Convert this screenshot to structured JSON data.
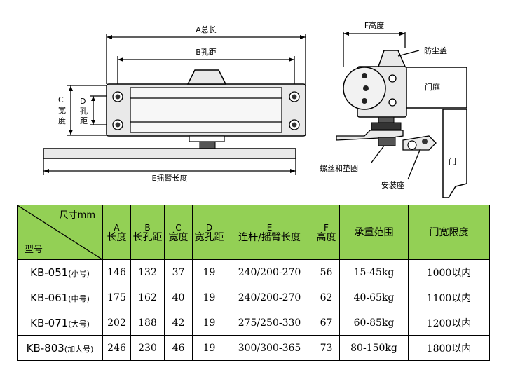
{
  "labels": {
    "a_total": "A总长",
    "b_hole": "B孔距",
    "c_width": "C宽度",
    "d_hole": "D孔距",
    "e_arm": "E摇臂长度",
    "f_height": "F高度",
    "dust_cover": "防尘盖",
    "door_frame": "门庭",
    "door": "门",
    "screw_pad": "螺丝和垫圈",
    "mount_base": "安装座"
  },
  "table": {
    "corner_top": "尺寸mm",
    "corner_bottom": "型号",
    "headers": [
      {
        "letter": "A",
        "text": "长度"
      },
      {
        "letter": "B",
        "text": "长孔距"
      },
      {
        "letter": "C",
        "text": "宽度"
      },
      {
        "letter": "D",
        "text": "宽孔距"
      },
      {
        "letter": "E",
        "text": "连杆/摇臂长度"
      },
      {
        "letter": "F",
        "text": "高度"
      },
      {
        "letter": "",
        "text": "承重范围"
      },
      {
        "letter": "",
        "text": "门宽限度"
      }
    ],
    "rows": [
      {
        "model": "KB-051",
        "size": "(小号)",
        "cells": [
          "146",
          "132",
          "37",
          "19",
          "240/200-270",
          "56",
          "15-45kg",
          "1000以内"
        ]
      },
      {
        "model": "KB-061",
        "size": "(中号)",
        "cells": [
          "175",
          "162",
          "40",
          "19",
          "240/200-270",
          "62",
          "40-65kg",
          "1100以内"
        ]
      },
      {
        "model": "KB-071",
        "size": "(大号)",
        "cells": [
          "202",
          "188",
          "42",
          "19",
          "275/250-330",
          "67",
          "60-85kg",
          "1200以内"
        ]
      },
      {
        "model": "KB-803",
        "size": "(加大号)",
        "cells": [
          "246",
          "230",
          "46",
          "19",
          "300/300-365",
          "73",
          "80-150kg",
          "1800以内"
        ]
      }
    ]
  },
  "colors": {
    "header_bg": "#93d055"
  }
}
